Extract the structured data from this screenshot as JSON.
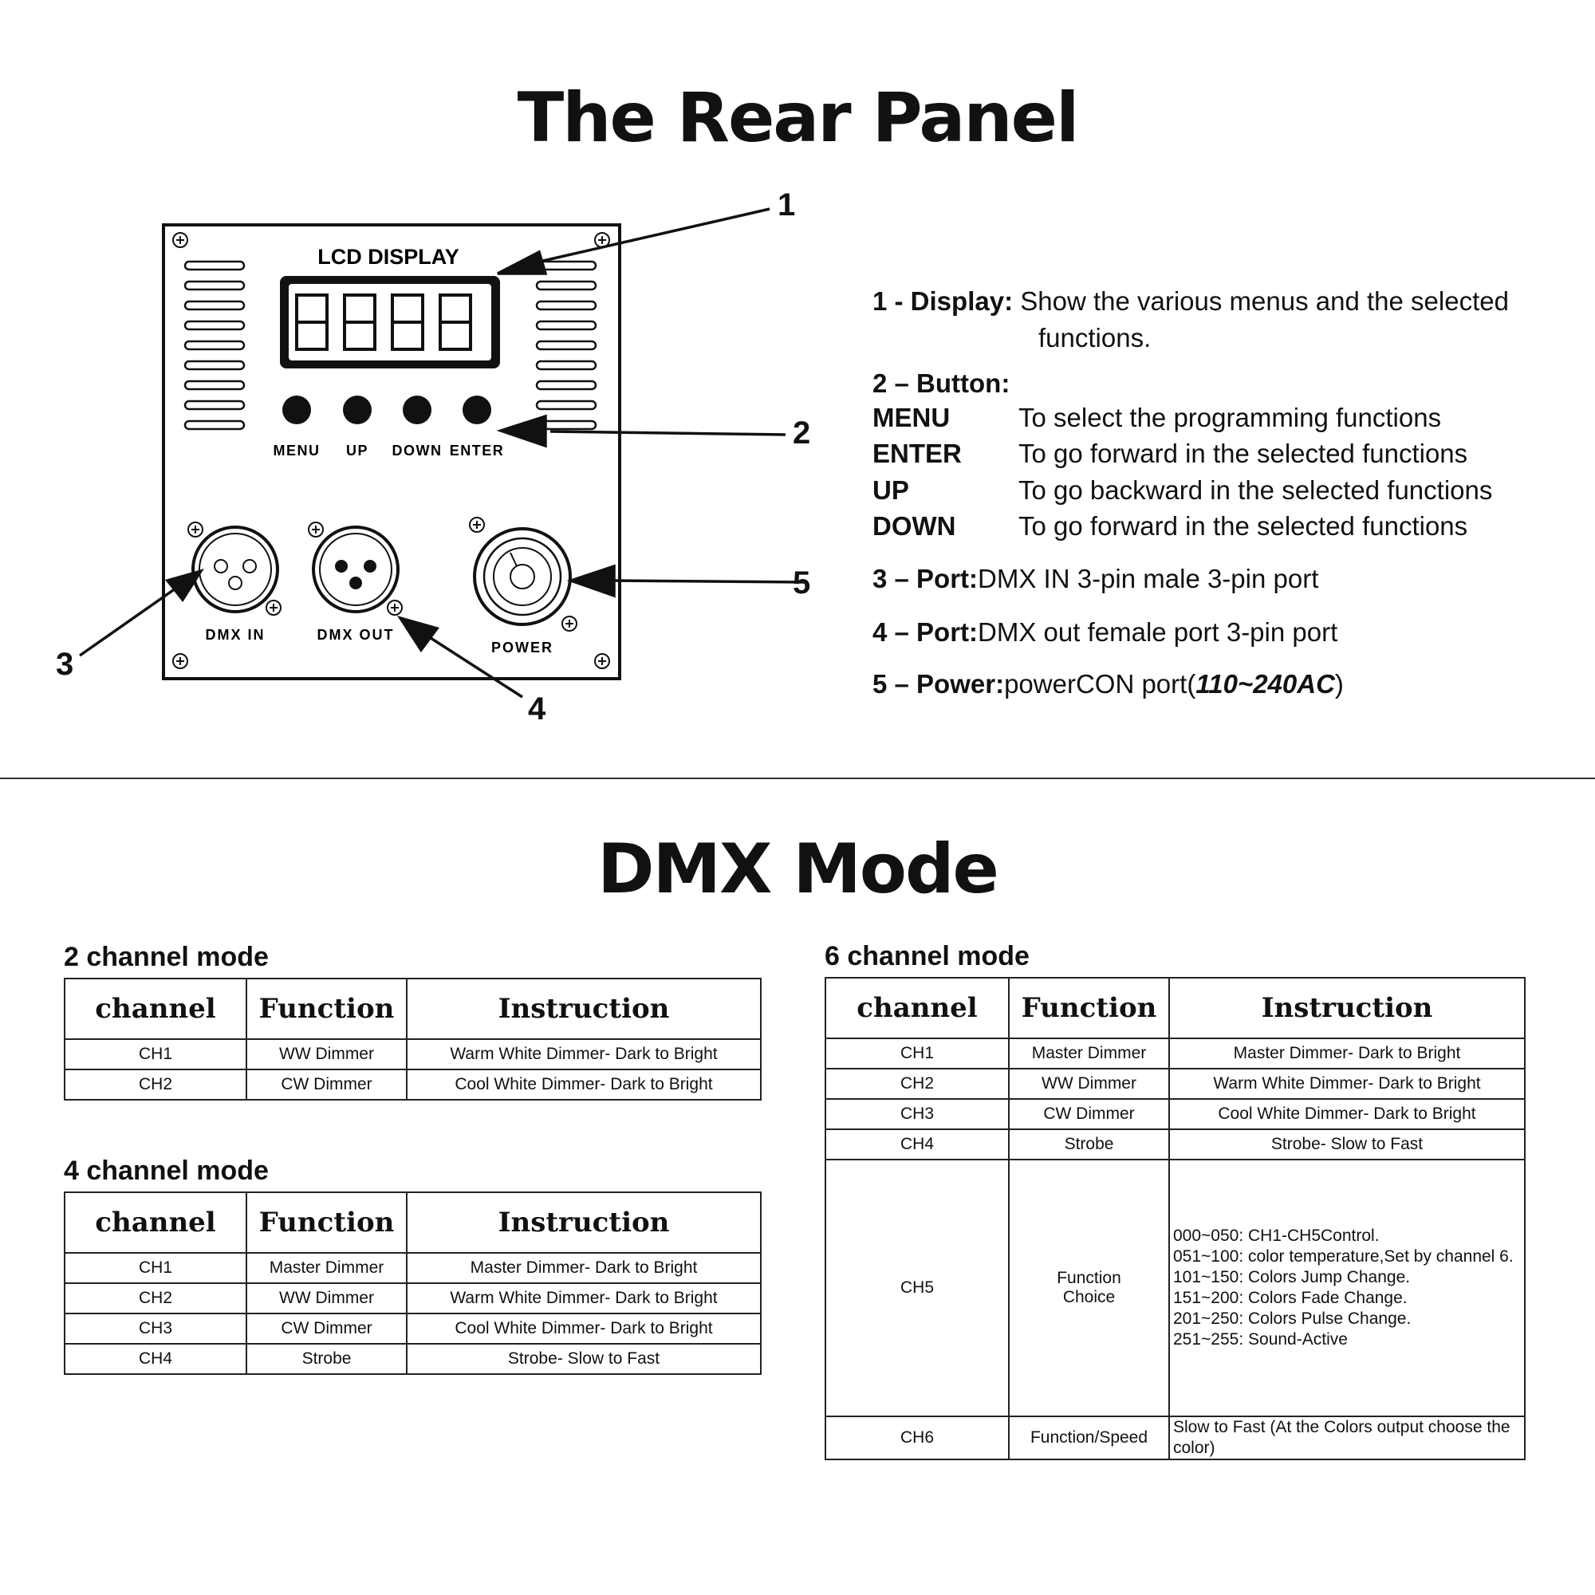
{
  "rear_panel": {
    "title": "The Rear Panel",
    "panel": {
      "lcd_label": "LCD DISPLAY",
      "buttons": [
        "MENU",
        "UP",
        "DOWN",
        "ENTER"
      ],
      "ports": {
        "dmx_in": "DMX IN",
        "dmx_out": "DMX OUT",
        "power": "POWER"
      }
    },
    "callouts": [
      "1",
      "2",
      "3",
      "4",
      "5"
    ],
    "descriptions": {
      "display": {
        "label": "1 - Display:",
        "text": " Show the various menus and the selected",
        "text2": "functions."
      },
      "button": {
        "label": "2 – Button:",
        "items": [
          {
            "name": "MENU",
            "desc": "To select the programming functions"
          },
          {
            "name": "ENTER",
            "desc": "To go forward in the selected functions"
          },
          {
            "name": "UP",
            "desc": "To go backward in the selected functions"
          },
          {
            "name": "DOWN",
            "desc": "To go forward in the selected functions"
          }
        ]
      },
      "port3": {
        "label": "3 – Port:",
        "text": "DMX IN 3-pin male 3-pin port"
      },
      "port4": {
        "label": "4 – Port:",
        "text": "DMX out female port 3-pin port"
      },
      "power": {
        "label": "5 – Power:",
        "text": "powerCON  port(",
        "value": "110~240AC",
        "tail": ")"
      }
    }
  },
  "dmx_mode": {
    "title": "DMX Mode",
    "headers": [
      "channel",
      "Function",
      "Instruction"
    ],
    "two_channel": {
      "caption": "2 channel mode",
      "rows": [
        [
          "CH1",
          "WW Dimmer",
          "Warm White Dimmer- Dark to Bright"
        ],
        [
          "CH2",
          "CW Dimmer",
          "Cool White Dimmer- Dark to Bright"
        ]
      ]
    },
    "four_channel": {
      "caption": "4 channel mode",
      "rows": [
        [
          "CH1",
          "Master Dimmer",
          "Master Dimmer- Dark to Bright"
        ],
        [
          "CH2",
          "WW Dimmer",
          "Warm White Dimmer- Dark to Bright"
        ],
        [
          "CH3",
          "CW Dimmer",
          "Cool White Dimmer- Dark to Bright"
        ],
        [
          "CH4",
          "Strobe",
          "Strobe- Slow to Fast"
        ]
      ]
    },
    "six_channel": {
      "caption": "6 channel mode",
      "rows": [
        [
          "CH1",
          "Master Dimmer",
          "Master Dimmer- Dark to Bright"
        ],
        [
          "CH2",
          "WW Dimmer",
          "Warm White Dimmer- Dark to Bright"
        ],
        [
          "CH3",
          "CW Dimmer",
          "Cool White Dimmer- Dark to Bright"
        ],
        [
          "CH4",
          "Strobe",
          "Strobe- Slow to Fast"
        ]
      ],
      "ch5": {
        "channel": "CH5",
        "function_lines": [
          "Function",
          "Choice"
        ],
        "instruction_lines": [
          "000~050: CH1-CH5Control.",
          "051~100: color temperature,Set by channel 6.",
          "101~150: Colors Jump Change.",
          "151~200: Colors Fade Change.",
          "201~250: Colors Pulse Change.",
          "251~255: Sound-Active"
        ]
      },
      "ch6": {
        "channel": "CH6",
        "function": "Function/Speed",
        "instruction_lines": [
          "Slow to Fast (At the Colors output choose the",
          "color)"
        ]
      }
    }
  }
}
